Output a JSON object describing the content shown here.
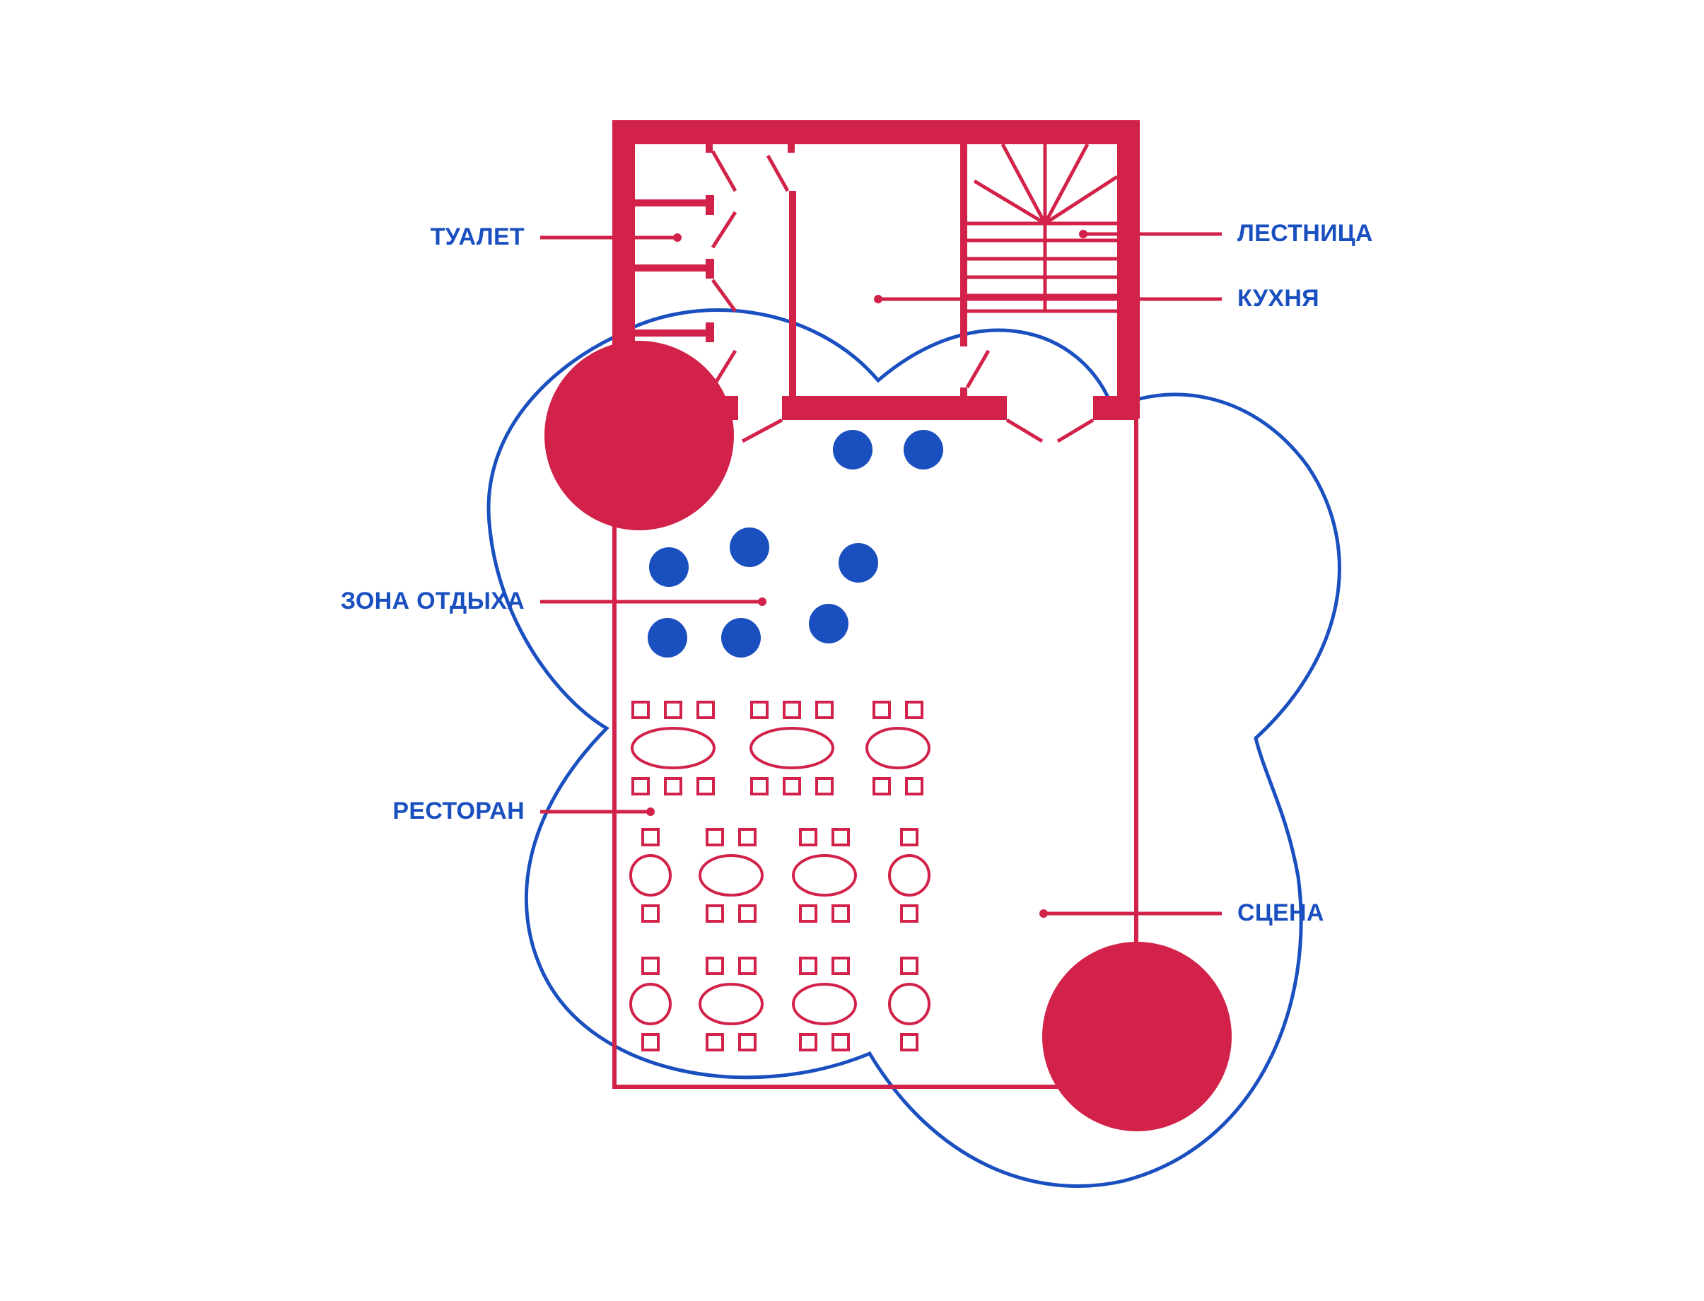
{
  "colors": {
    "red": "#d2224a",
    "blue": "#1a4fc0",
    "background": "#ffffff"
  },
  "labels": {
    "toilet": "ТУАЛЕТ",
    "stairs": "ЛЕСТНИЦА",
    "kitchen": "КУХНЯ",
    "lounge": "ЗОНА ОТДЫХА",
    "restaurant": "РЕСТОРАН",
    "stage": "СЦЕНА"
  }
}
